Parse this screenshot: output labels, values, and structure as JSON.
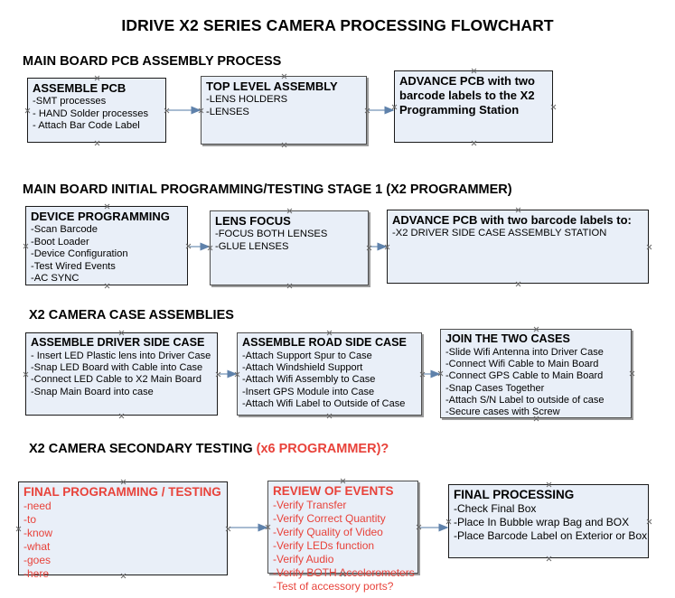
{
  "document": {
    "title": "IDRIVE X2  SERIES CAMERA PROCESSING FLOWCHART",
    "accent_color": "#e8423a",
    "node_fill": "#e9eff8",
    "connector_color": "#7a96b8"
  },
  "sections": [
    {
      "id": "assembly",
      "heading": "MAIN BOARD PCB ASSEMBLY PROCESS",
      "heading_accent": ""
    },
    {
      "id": "programming",
      "heading": "MAIN BOARD INITIAL PROGRAMMING/TESTING STAGE 1 (X2 PROGRAMMER)",
      "heading_accent": ""
    },
    {
      "id": "case",
      "heading": "X2 CAMERA CASE ASSEMBLIES",
      "heading_accent": ""
    },
    {
      "id": "secondary",
      "heading": "X2 CAMERA SECONDARY TESTING ",
      "heading_accent": "(x6 PROGRAMMER)?"
    }
  ],
  "nodes": [
    {
      "id": "assemble-pcb",
      "title": "ASSEMBLE PCB",
      "items": [
        "-SMT processes",
        "- HAND Solder processes",
        "- Attach Bar Code Label"
      ]
    },
    {
      "id": "top-level-assembly",
      "title": "TOP LEVEL ASSEMBLY",
      "items": [
        "-LENS HOLDERS",
        "-LENSES"
      ]
    },
    {
      "id": "advance-pcb-station",
      "title": "ADVANCE PCB with two barcode labels to the  X2 Programming Station",
      "items": []
    },
    {
      "id": "device-programming",
      "title": "DEVICE PROGRAMMING",
      "items": [
        "-Scan Barcode",
        "-Boot Loader",
        "-Device Configuration",
        "-Test Wired Events",
        "-AC SYNC"
      ]
    },
    {
      "id": "lens-focus",
      "title": "LENS FOCUS",
      "items": [
        "-FOCUS BOTH LENSES",
        "-GLUE LENSES"
      ]
    },
    {
      "id": "advance-pcb-driver",
      "title": "ADVANCE PCB with two barcode labels to:",
      "items": [
        "-X2 DRIVER  SIDE  CASE  ASSEMBLY STATION"
      ]
    },
    {
      "id": "assemble-driver-side-case",
      "title": "ASSEMBLE DRIVER SIDE CASE",
      "items": [
        "- Insert LED Plastic lens into Driver Case",
        "-Snap LED Board with Cable into Case",
        "-Connect LED Cable to X2 Main Board",
        "-Snap Main Board into case"
      ]
    },
    {
      "id": "assemble-road-side-case",
      "title": "ASSEMBLE ROAD SIDE CASE",
      "items": [
        "-Attach Support Spur to Case",
        "-Attach Windshield Support",
        "-Attach Wifi Assembly to Case",
        "-Insert GPS Module into Case",
        "-Attach Wifi Label to Outside of Case"
      ]
    },
    {
      "id": "join-the-two-cases",
      "title": "JOIN THE TWO CASES",
      "items": [
        "-Slide Wifi Antenna into Driver Case",
        "-Connect Wifi Cable to Main Board",
        "-Connect GPS Cable to Main Board",
        "-Snap Cases Together",
        "-Attach S/N Label to outside of case",
        "-Secure cases with Screw"
      ]
    },
    {
      "id": "final-programming-testing",
      "title": "FINAL PROGRAMMING / TESTING",
      "items": [
        "-need",
        "-to",
        "-know",
        "-what",
        "-goes",
        "-here"
      ]
    },
    {
      "id": "review-of-events",
      "title": "REVIEW OF EVENTS",
      "items": [
        "-Verify Transfer",
        "-Verify Correct Quantity",
        "-Verify Quality of Video",
        "-Verify LEDs function",
        "-Verify Audio",
        "-Verify BOTH Accelerometers",
        "-Test of accessory ports?"
      ]
    },
    {
      "id": "final-processing",
      "title": "FINAL PROCESSING",
      "items": [
        " -Check Final Box",
        "-Place In Bubble wrap Bag and BOX",
        "-Place Barcode Label on Exterior or Box"
      ]
    }
  ]
}
